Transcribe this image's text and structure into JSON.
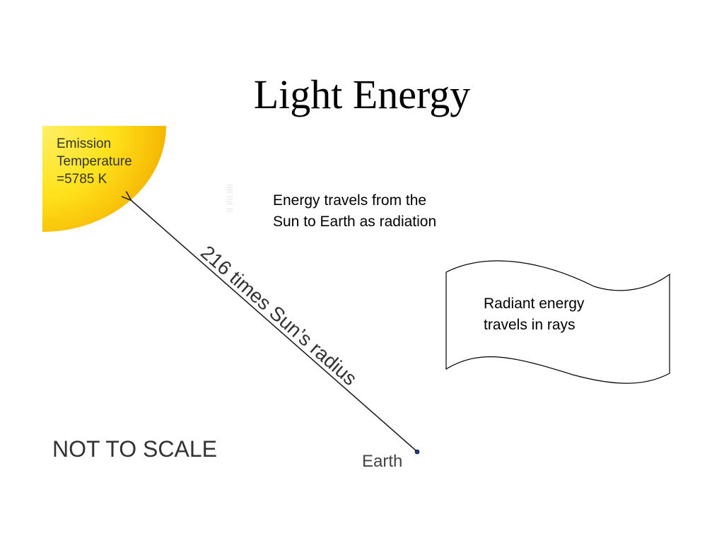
{
  "title": "Light Energy",
  "sun": {
    "emission_label": "Emission\nTemperature\n=5785 K",
    "color": "#FFD21A"
  },
  "distance_label": "216 times Sun’s radius",
  "earth_label": "Earth",
  "scale_note": "NOT TO SCALE",
  "captions": {
    "radiation": "Energy travels from the\nSun to Earth as radiation",
    "rays": "Radiant energy\ntravels in rays"
  }
}
